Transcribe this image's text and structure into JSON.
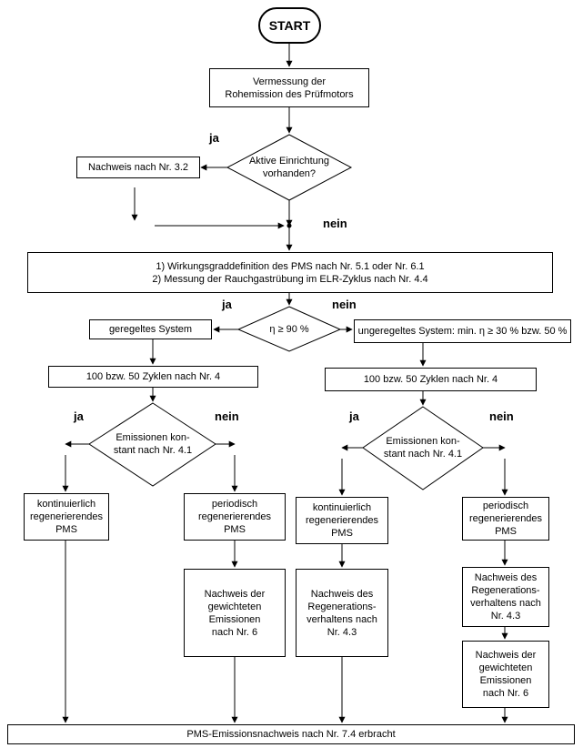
{
  "start": "START",
  "steps": {
    "vermessung": "Vermessung der\nRohemission des Prüfmotors",
    "aktive": "Aktive Einrichtung\nvorhanden?",
    "nachweis32": "Nachweis nach Nr. 3.2",
    "wirkungsgrad": "1) Wirkungsgraddefinition des PMS nach Nr. 5.1 oder Nr. 6.1\n2) Messung der Rauchgastrübung im ELR-Zyklus nach Nr. 4.4",
    "eta": "η ≥ 90 %",
    "geregelt": "geregeltes System",
    "ungeregelt": "ungeregeltes System: min. η ≥ 30 % bzw. 50 %",
    "zyklen_left": "100 bzw. 50 Zyklen nach Nr. 4",
    "zyklen_right": "100 bzw. 50 Zyklen nach Nr. 4",
    "emissionen_left": "Emissionen kon-\nstant nach Nr. 4.1",
    "emissionen_right": "Emissionen kon-\nstant nach Nr. 4.1",
    "kont_left": "kontinuierlich\nregenerierendes\nPMS",
    "period_left": "periodisch\nregenerierendes\nPMS",
    "kont_right": "kontinuierlich\nregenerierendes\nPMS",
    "period_right": "periodisch\nregenerierendes\nPMS",
    "gewichtet_left": "Nachweis der\ngewichteten\nEmissionen\nnach Nr. 6",
    "regen_mid": "Nachweis des\nRegenerations-\nverhaltens nach\nNr. 4.3",
    "regen_right": "Nachweis des\nRegenerations-\nverhaltens nach\nNr. 4.3",
    "gewichtet_right": "Nachweis der\ngewichteten\nEmissionen\nnach Nr. 6",
    "final": "PMS-Emissionsnachweis nach Nr. 7.4 erbracht"
  },
  "labels": {
    "ja": "ja",
    "nein": "nein"
  }
}
